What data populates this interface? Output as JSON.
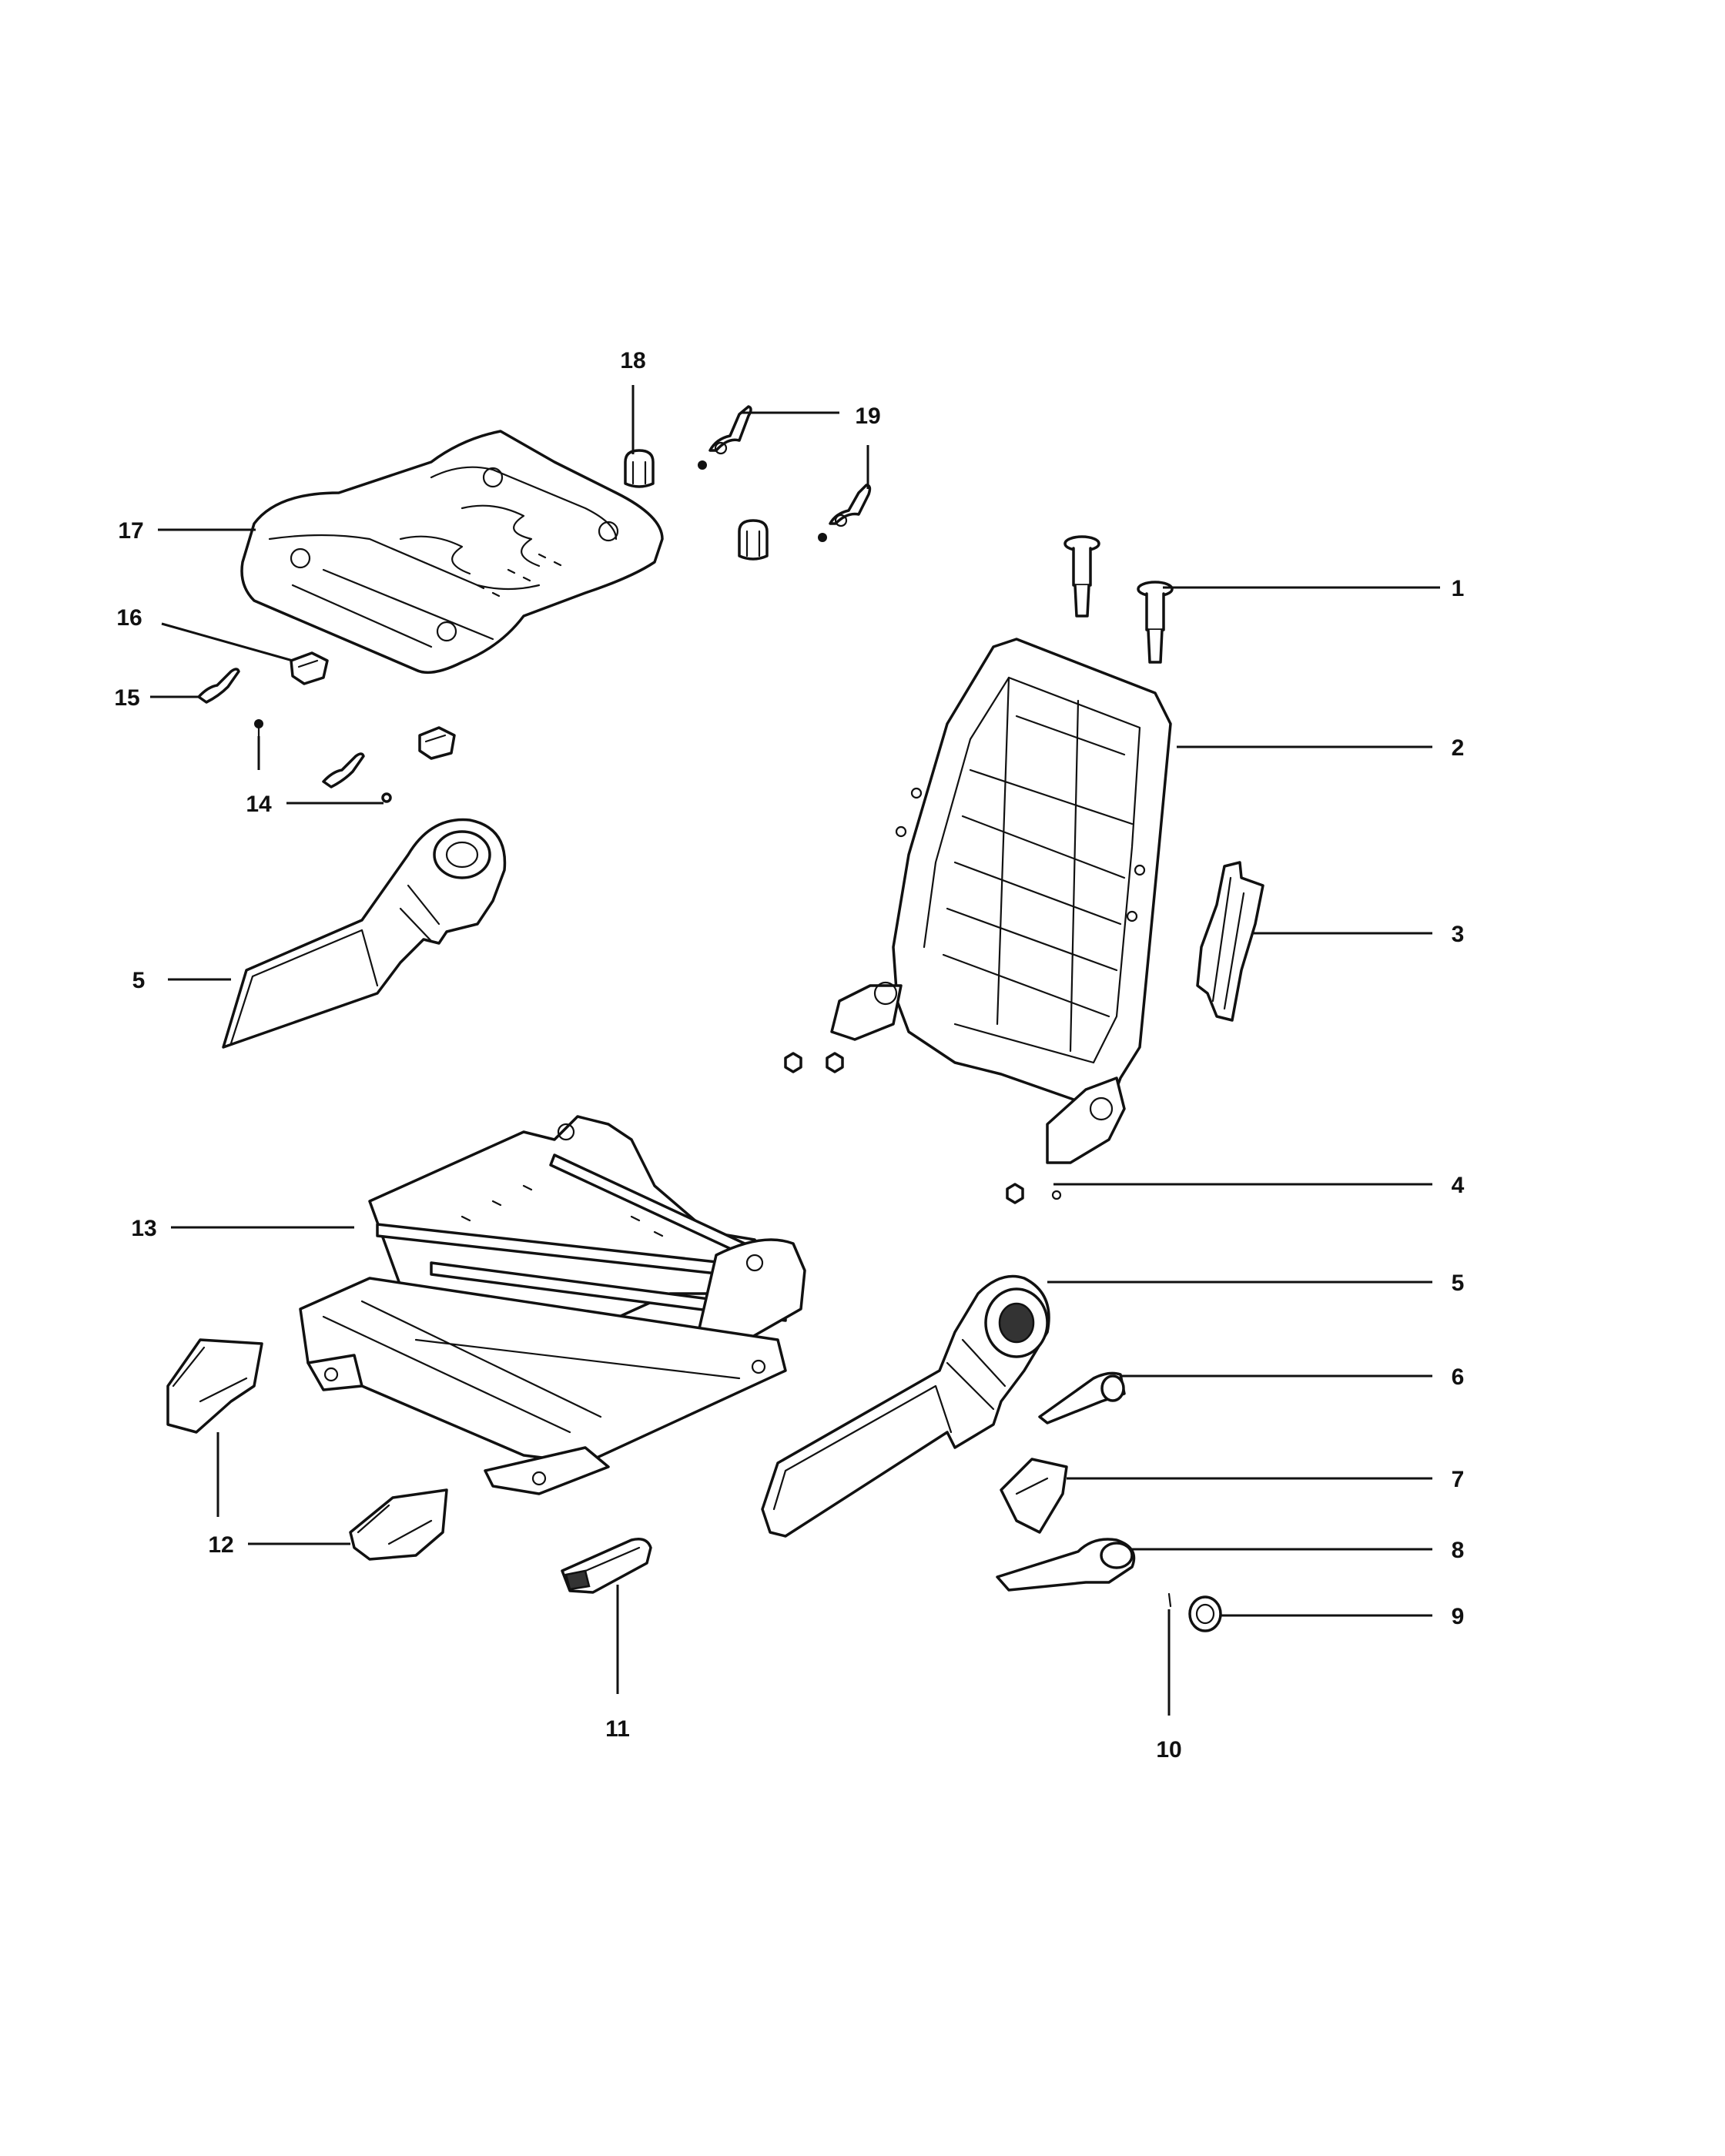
{
  "diagram": {
    "callouts": {
      "c1": "1",
      "c2": "2",
      "c3": "3",
      "c4": "4",
      "c5a": "5",
      "c5b": "5",
      "c6": "6",
      "c7": "7",
      "c8": "8",
      "c9": "9",
      "c10": "10",
      "c11": "11",
      "c12": "12",
      "c13": "13",
      "c14": "14",
      "c15": "15",
      "c16": "16",
      "c17": "17",
      "c18": "18",
      "c19": "19"
    },
    "colors": {
      "ink": "#111111",
      "paper": "#ffffff"
    }
  }
}
